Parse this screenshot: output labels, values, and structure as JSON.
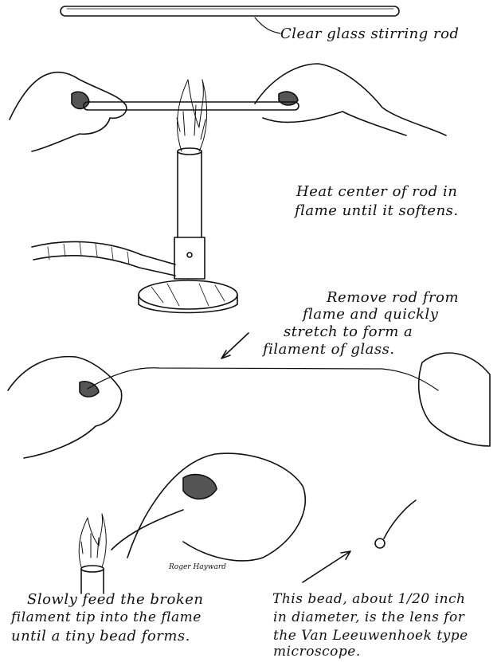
{
  "title": "",
  "colors": {
    "ink": "#111111",
    "paper": "#ffffff",
    "shade": "#555555"
  },
  "steps": {
    "rod_label": "Clear glass stirring rod",
    "heat": {
      "line1": "Heat center of rod in",
      "line2": "flame until it softens."
    },
    "stretch": {
      "line1": "Remove rod from",
      "line2": "flame and quickly",
      "line3": "stretch to form a",
      "line4": "filament of glass."
    },
    "feed": {
      "line1": "Slowly feed the broken",
      "line2": "filament tip into the flame",
      "line3": "until a tiny bead forms."
    },
    "bead": {
      "line1": "This bead, about 1/20 inch",
      "line2": "in diameter, is the lens for",
      "line3": "the Van Leeuwenhoek type",
      "line4": "microscope."
    },
    "signature": "Roger Hayward"
  }
}
